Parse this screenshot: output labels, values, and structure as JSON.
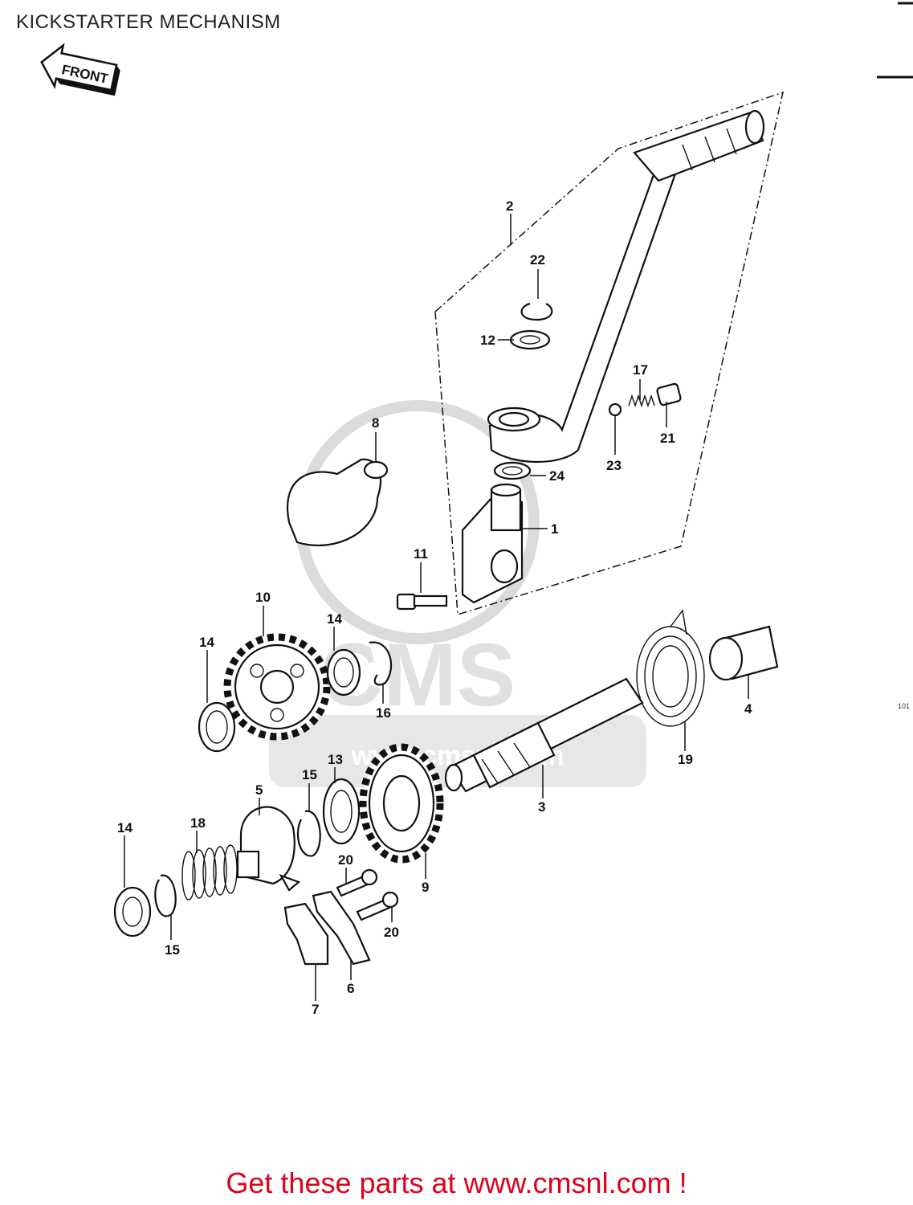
{
  "diagram": {
    "title": "KICKSTARTER MECHANISM",
    "front_arrow_label": "FRONT",
    "footer_text": "Get these parts at www.cmsnl.com !",
    "watermark_text": "CMS",
    "watermark_url": "www.cmsnl.com",
    "corner_code": "101",
    "labels": [
      "1",
      "2",
      "3",
      "4",
      "5",
      "6",
      "7",
      "8",
      "9",
      "10",
      "11",
      "12",
      "13",
      "14",
      "15",
      "16",
      "17",
      "18",
      "19",
      "20",
      "21",
      "22",
      "23",
      "24"
    ]
  },
  "colors": {
    "footer": "#e0001a",
    "line": "#111111",
    "watermark": "#bbbbbb"
  }
}
